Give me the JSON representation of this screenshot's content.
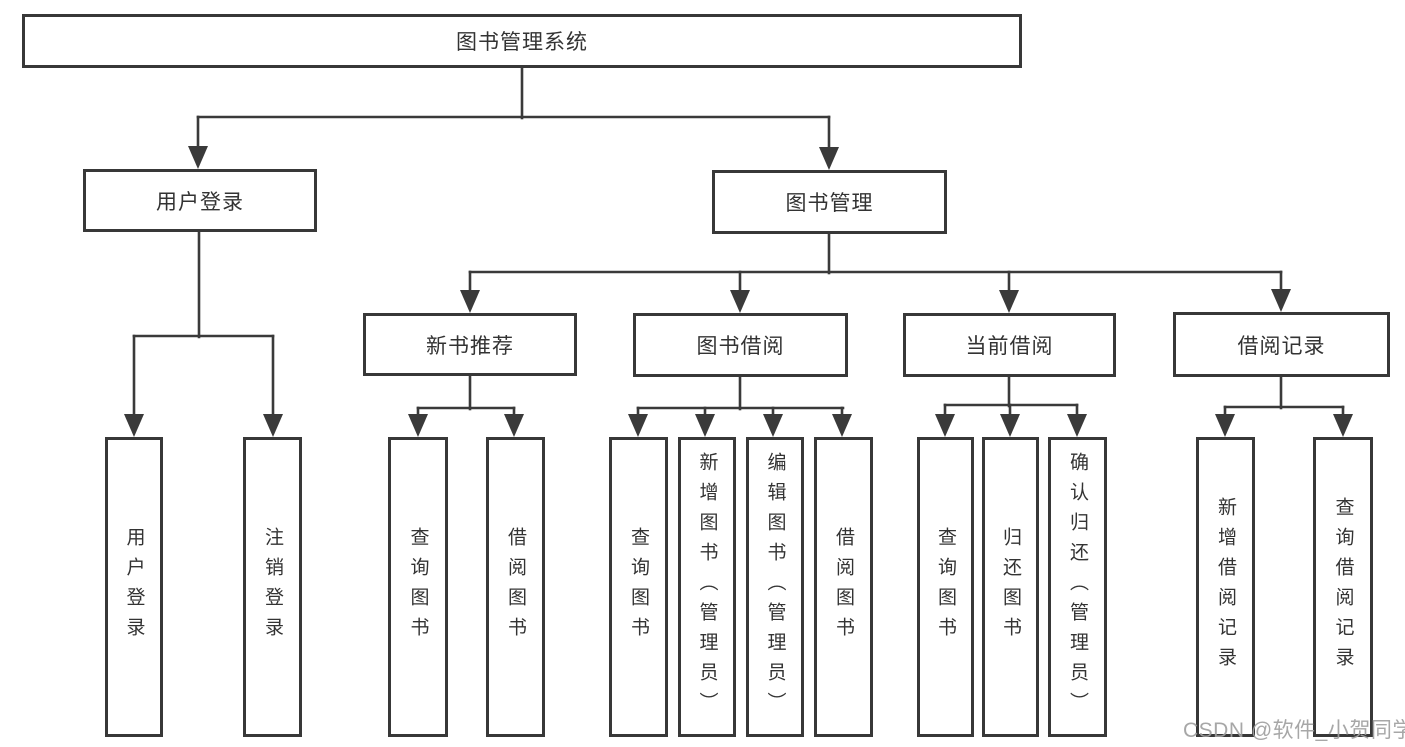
{
  "tree": {
    "label": "图书管理系统",
    "children": [
      {
        "label": "用户登录",
        "children": [
          {
            "label": "用户登录"
          },
          {
            "label": "注销登录"
          }
        ]
      },
      {
        "label": "图书管理",
        "children": [
          {
            "label": "新书推荐",
            "children": [
              {
                "label": "查询图书"
              },
              {
                "label": "借阅图书"
              }
            ]
          },
          {
            "label": "图书借阅",
            "children": [
              {
                "label": "查询图书"
              },
              {
                "label": "新增图书（管理员）"
              },
              {
                "label": "编辑图书（管理员）"
              },
              {
                "label": "借阅图书"
              }
            ]
          },
          {
            "label": "当前借阅",
            "children": [
              {
                "label": "查询图书"
              },
              {
                "label": "归还图书"
              },
              {
                "label": "确认归还（管理员）"
              }
            ]
          },
          {
            "label": "借阅记录",
            "children": [
              {
                "label": "新增借阅记录"
              },
              {
                "label": "查询借阅记录"
              }
            ]
          }
        ]
      }
    ]
  },
  "watermark": {
    "text": "CSDN @软件_小贺同学"
  },
  "colors": {
    "line": "#3a3a3a",
    "box_border": "#383838",
    "text": "#333333",
    "watermark": "#a0a0a0",
    "background": "#ffffff"
  }
}
